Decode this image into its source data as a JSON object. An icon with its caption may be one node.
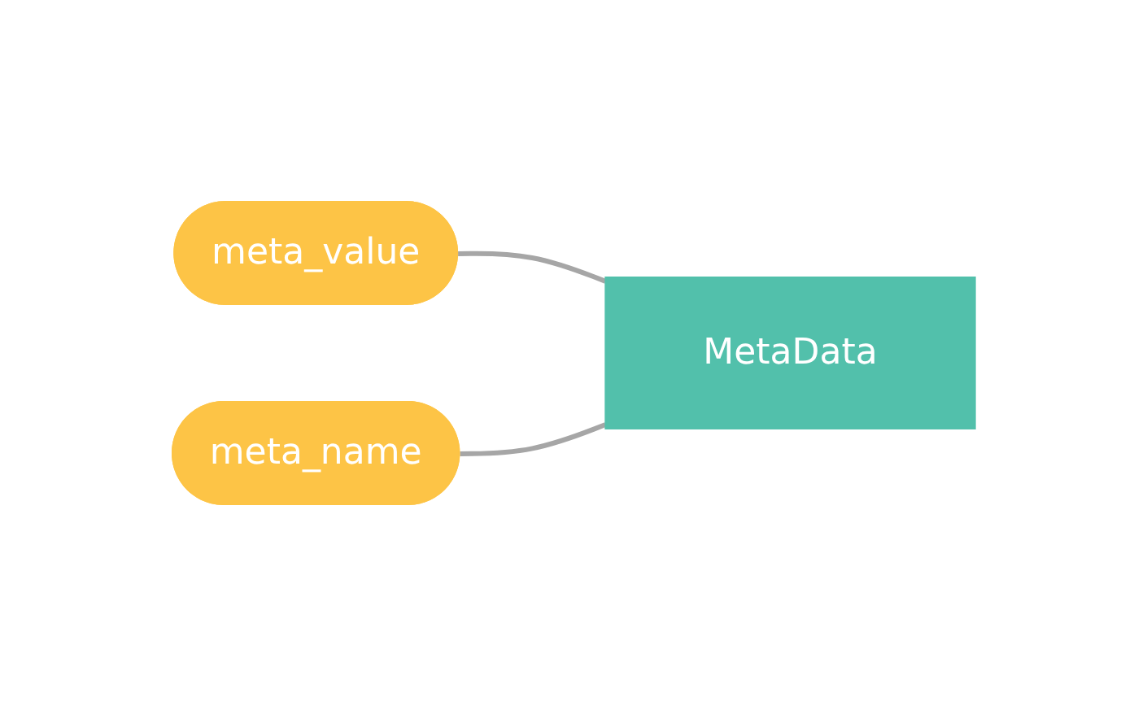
{
  "diagram": {
    "nodes": [
      {
        "text": [
          "meta_value"
        ]
      },
      {
        "text": [
          "MetaData"
        ]
      },
      {
        "text": [
          "meta_name"
        ]
      }
    ],
    "edges": [
      {
        "from": 0,
        "to": 1,
        "arrow": "none"
      },
      {
        "from": 2,
        "to": 1,
        "arrow": "none"
      }
    ]
  }
}
